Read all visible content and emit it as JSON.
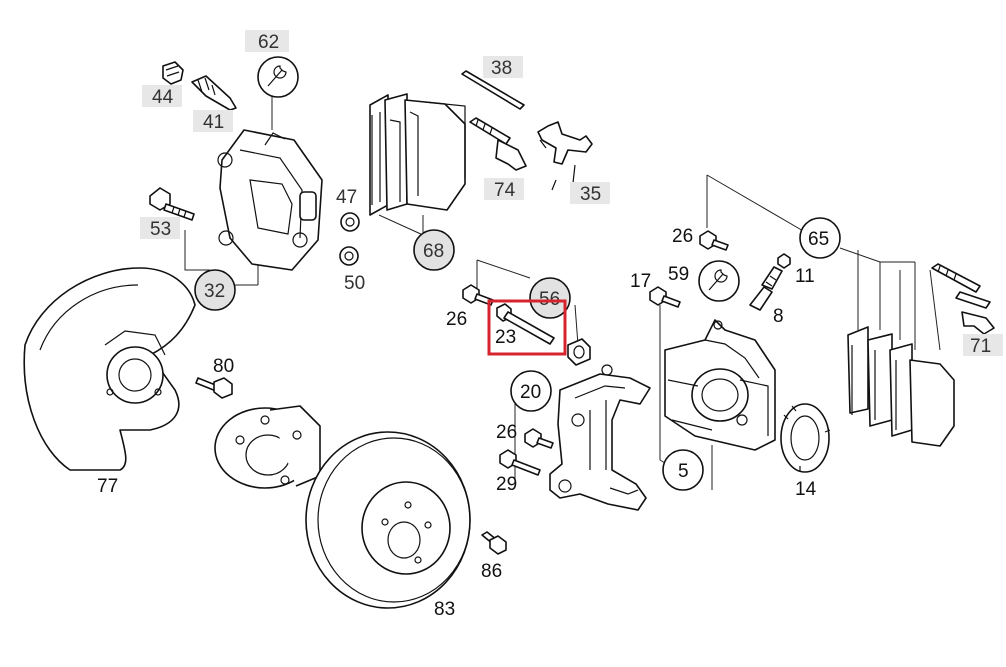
{
  "diagram": {
    "highlighted_part": "23",
    "colors": {
      "highlight": "#d6242f",
      "tag_background": "#e7e7e7",
      "line": "#111111"
    },
    "labels": {
      "p62": "62",
      "p44": "44",
      "p41": "41",
      "p53": "53",
      "p32": "32",
      "p47": "47",
      "p50": "50",
      "p68": "68",
      "p38": "38",
      "p74": "74",
      "p35": "35",
      "p26a": "26",
      "p56": "56",
      "p23": "23",
      "p20": "20",
      "p26b": "26",
      "p29": "29",
      "p80": "80",
      "p77": "77",
      "p83": "83",
      "p86": "86",
      "p26c": "26",
      "p65": "65",
      "p17": "17",
      "p59": "59",
      "p11": "11",
      "p8": "8",
      "p5": "5",
      "p14": "14",
      "p71": "71"
    },
    "icons": [
      "wrench-icon"
    ]
  }
}
